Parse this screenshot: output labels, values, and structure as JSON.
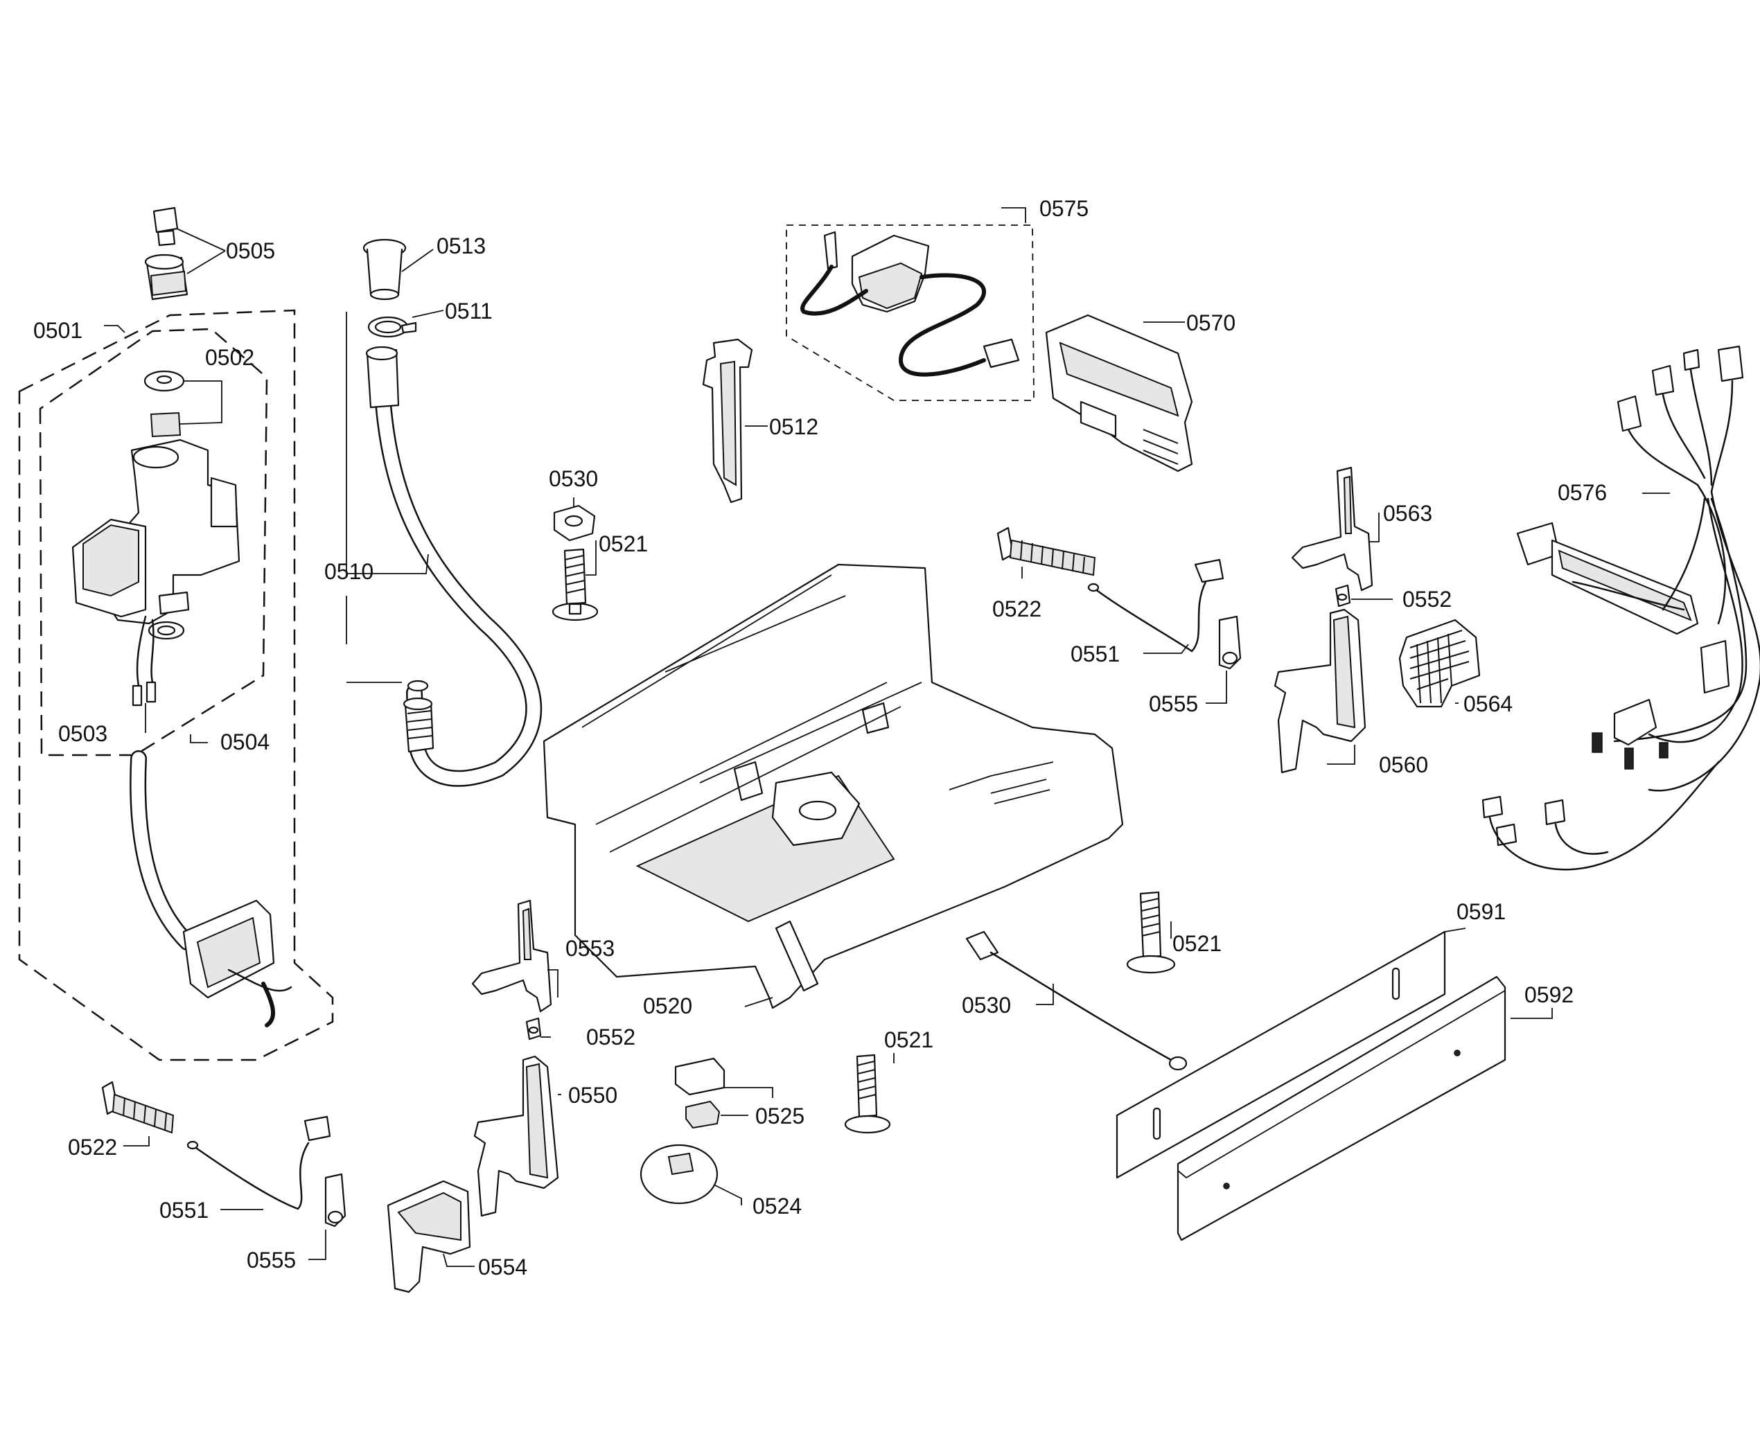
{
  "callouts": {
    "c0505": "0505",
    "c0501": "0501",
    "c0502": "0502",
    "c0503": "0503",
    "c0504": "0504",
    "c0513": "0513",
    "c0511": "0511",
    "c0510": "0510",
    "c0512": "0512",
    "c0530a": "0530",
    "c0521a": "0521",
    "c0575": "0575",
    "c0570": "0570",
    "c0576": "0576",
    "c0563": "0563",
    "c0552a": "0552",
    "c0564": "0564",
    "c0560": "0560",
    "c0522a": "0522",
    "c0551a": "0551",
    "c0555a": "0555",
    "c0553": "0553",
    "c0552b": "0552",
    "c0550": "0550",
    "c0520": "0520",
    "c0525": "0525",
    "c0524": "0524",
    "c0521b": "0521",
    "c0521c": "0521",
    "c0530b": "0530",
    "c0591": "0591",
    "c0592": "0592",
    "c0522b": "0522",
    "c0551b": "0551",
    "c0555b": "0555",
    "c0554": "0554"
  },
  "colors": {
    "line": "#111111",
    "background": "#ffffff"
  }
}
